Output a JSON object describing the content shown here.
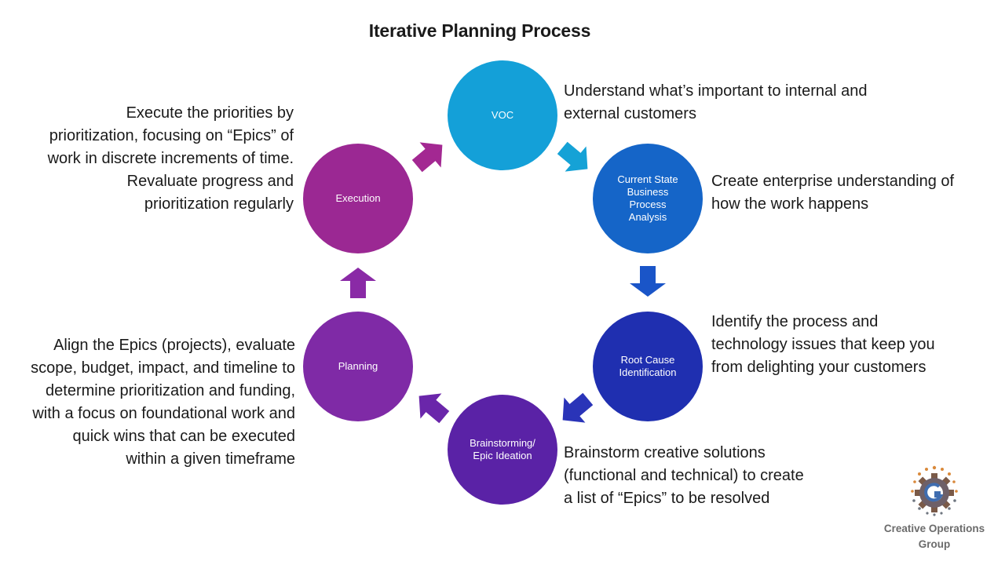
{
  "title": "Iterative Planning Process",
  "nodes": {
    "voc": {
      "label": "VOC",
      "color": "#14a0d8"
    },
    "current_state": {
      "label": "Current State Business Process Analysis",
      "color": "#1565c8"
    },
    "root_cause": {
      "label": "Root Cause Identification",
      "color": "#1f2fb0"
    },
    "brainstorming": {
      "label": "Brainstorming/ Epic Ideation",
      "color": "#5a22a6"
    },
    "planning": {
      "label": "Planning",
      "color": "#7f2aa6"
    },
    "execution": {
      "label": "Execution",
      "color": "#9b2893"
    }
  },
  "descriptions": {
    "voc": "Understand what’s important to internal and external customers",
    "current_state": "Create enterprise understanding of how the work happens",
    "root_cause": "Identify the process and technology issues that keep you from delighting your customers",
    "brainstorming": "Brainstorm creative solutions (functional and technical) to create a list of “Epics” to be resolved",
    "planning": "Align the Epics (projects), evaluate scope, budget, impact, and timeline to determine prioritization and funding, with a focus on foundational work and quick wins that can be executed within a given timeframe",
    "execution": "Execute the priorities by prioritization, focusing on “Epics” of work in discrete increments of time. Revaluate progress and prioritization regularly"
  },
  "logo": {
    "text": "Creative Operations Group"
  }
}
